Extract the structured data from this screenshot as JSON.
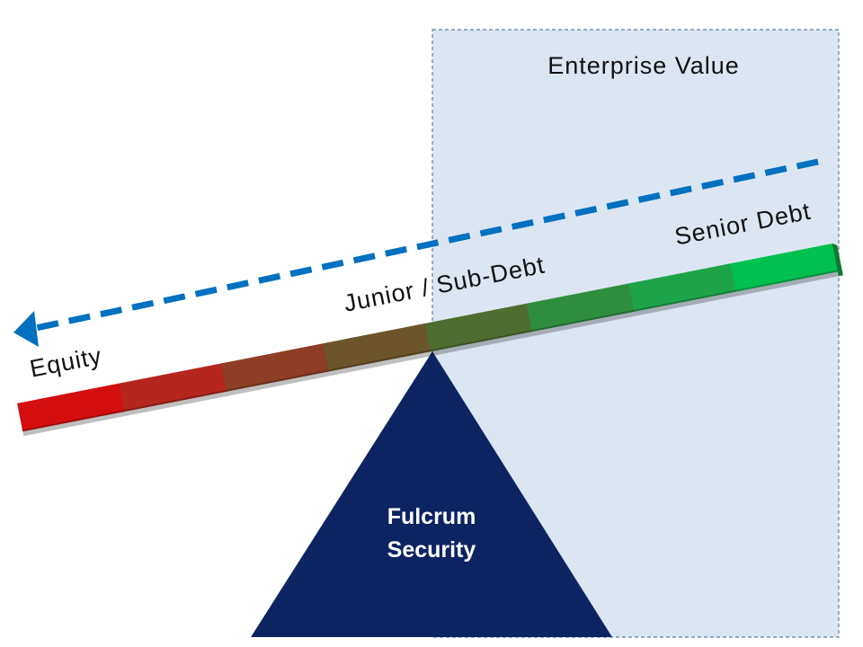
{
  "diagram": {
    "enterprise_value_label": "Enterprise Value",
    "equity_label": "Equity",
    "junior_label": "Junior / Sub-Debt",
    "senior_label": "Senior Debt",
    "fulcrum_line1": "Fulcrum",
    "fulcrum_line2": "Security"
  },
  "colors": {
    "ev_fill": "#dce6f2",
    "ev_border": "#5b7fa6",
    "arrow": "#0070c0",
    "triangle": "#0c2461",
    "bar_segments": [
      "#d40e0e",
      "#b5261e",
      "#8e3e24",
      "#6c5528",
      "#4f6d30",
      "#2e8e3e",
      "#1ea448",
      "#00c050"
    ]
  }
}
